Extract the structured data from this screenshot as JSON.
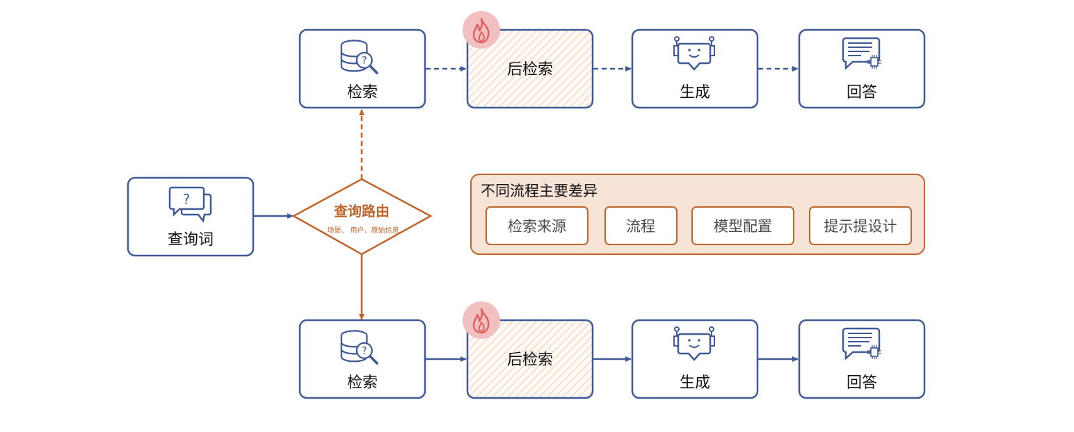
{
  "colors": {
    "node_border": "#3f5a97",
    "accent": "#c0642a",
    "panel_fill": "#f7e4d6",
    "fire_circle": "#f2c0c0",
    "fire_flame": "#e06060",
    "hatch": "#f4c9a8"
  },
  "query": {
    "label": "查询词",
    "icon": "question-chat-icon"
  },
  "router": {
    "title": "查询路由",
    "subtitle": "场景、 用户、原始信息"
  },
  "top_flow": {
    "retrieve": {
      "label": "检索",
      "icon": "database-search-icon"
    },
    "post_retrieve": {
      "label": "后检索",
      "icon": "fire-icon"
    },
    "generate": {
      "label": "生成",
      "icon": "robot-icon"
    },
    "answer": {
      "label": "回答",
      "icon": "chat-document-icon"
    }
  },
  "bottom_flow": {
    "retrieve": {
      "label": "检索",
      "icon": "database-search-icon"
    },
    "post_retrieve": {
      "label": "后检索",
      "icon": "fire-icon"
    },
    "generate": {
      "label": "生成",
      "icon": "robot-icon"
    },
    "answer": {
      "label": "回答",
      "icon": "chat-document-icon"
    }
  },
  "differences": {
    "title": "不同流程主要差异",
    "items": [
      "检索来源",
      "流程",
      "模型配置",
      "提示提设计"
    ]
  }
}
